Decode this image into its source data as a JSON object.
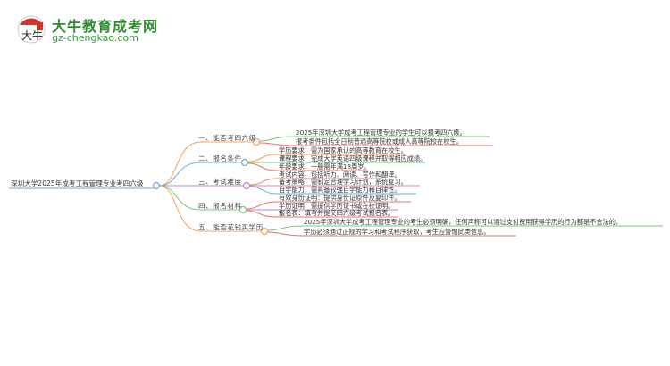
{
  "logo": {
    "title": "大牛教育成考网",
    "url": "gz-chengkao.com",
    "badge_text": "大牛",
    "brand_color": "#2e8b2e",
    "badge_red": "#d9302c"
  },
  "mindmap": {
    "root": "深圳大学2025年成考工程管理专业考四六级",
    "branch_colors": [
      "#f5a25d",
      "#6fa8dc",
      "#b48ad6",
      "#7cc57c",
      "#f5a25d"
    ],
    "leaf_colors": {
      "green": "#7cc57c",
      "red": "#e57373",
      "orange": "#f5a25d",
      "blue": "#6fa8dc",
      "purple": "#b48ad6",
      "pink": "#e57ab5"
    },
    "branches": [
      {
        "label": "一、能否考四六级",
        "leaves": [
          "2025年深圳大学成考工程管理专业的学生可以报考四六级。",
          "报考条件包括全日制普通高等院校或成人高等院校在校生。"
        ]
      },
      {
        "label": "二、报名条件",
        "leaves": [
          "学历要求：需为国家承认的高等教育在校生。",
          "课程要求：完成大学英语四级课程并取得相应成绩。",
          "年龄要求：一般需年满18周岁。"
        ]
      },
      {
        "label": "三、考试难度",
        "leaves": [
          "考试内容：包括听力、阅读、写作和翻译。",
          "备考策略：需制定合理学习计划，系统复习。",
          "自学能力：需具备较强自学能力和自律性。"
        ]
      },
      {
        "label": "四、报名材料",
        "leaves": [
          "有效身份证明：提供身份证原件及复印件。",
          "学历证明：需提供学历证书或在校证明。",
          "报名表：填写并提交四六级考试报名表。"
        ]
      },
      {
        "label": "五、能否花钱买学历",
        "leaves": [
          "2025年深圳大学成考工程管理专业的考生必须明确，任何声称可以通过支付费用获得学历的行为都是不合法的。",
          "学历必须通过正规的学习和考试程序获取，考生应警惕此类信息。"
        ]
      }
    ]
  }
}
